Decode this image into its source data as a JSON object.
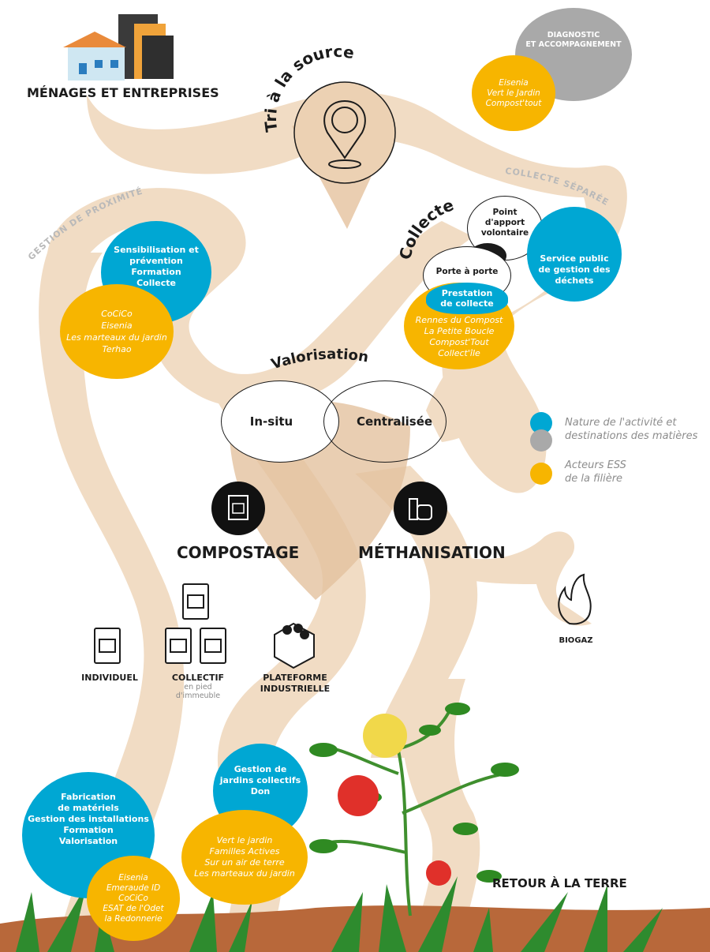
{
  "colors": {
    "path": "#f1dcc4",
    "path_dark": "#e3c29f",
    "blue": "#00a7d3",
    "yellow": "#f7b500",
    "grey": "#a9a9a9",
    "soil": "#b8683a",
    "grass": "#2e8b2e"
  },
  "top": {
    "menages": "MÉNAGES ET ENTREPRISES",
    "tri": "Tri à la source",
    "diagnostic": [
      "DIAGNOSTIC",
      "ET ACCOMPAGNEMENT"
    ],
    "diagnostic_actors": [
      "Eisenia",
      "Vert le Jardin",
      "Compost'tout"
    ]
  },
  "paths": {
    "gestion": "GESTION DE PROXIMITÉ",
    "collecte_sep": "COLLECTE SÉPARÉE"
  },
  "proximite": {
    "activities": [
      "Sensibilisation et",
      "prévention",
      "Formation",
      "Collecte"
    ],
    "actors": [
      "CoCiCo",
      "Eisenia",
      "Les marteaux du jardin",
      "Terhao"
    ]
  },
  "collecte": {
    "title": "Collecte",
    "pav": [
      "Point",
      "d'apport",
      "volontaire"
    ],
    "pap": "Porte à porte",
    "service": [
      "Service public",
      "de gestion des",
      "déchets"
    ],
    "prestation": [
      "Prestation",
      "de collecte"
    ],
    "actors": [
      "Rennes du Compost",
      "La Petite Boucle",
      "Compost'Tout",
      "Collect'île"
    ]
  },
  "valorisation": {
    "title": "Valorisation",
    "insitu": "In-situ",
    "centralisee": "Centralisée",
    "compostage": "COMPOSTAGE",
    "methanisation": "MÉTHANISATION",
    "biogaz": "BIOGAZ"
  },
  "compost_types": {
    "individuel": "INDIVIDUEL",
    "collectif": "COLLECTIF",
    "collectif_sub": [
      "en pied",
      "d'immeuble"
    ],
    "plateforme": [
      "PLATEFORME",
      "INDUSTRIELLE"
    ]
  },
  "legend": {
    "nature": [
      "Nature de l'activité et",
      "destinations des matières"
    ],
    "acteurs": [
      "Acteurs ESS",
      "de la filière"
    ]
  },
  "bottom": {
    "jardins": [
      "Gestion de",
      "jardins collectifs",
      "Don"
    ],
    "jardins_actors": [
      "Vert le jardin",
      "Familles Actives",
      "Sur un air de terre",
      "Les marteaux du jardin"
    ],
    "fabrication": [
      "Fabrication",
      "de matériels",
      "Gestion des installations",
      "Formation",
      "Valorisation"
    ],
    "fabrication_actors": [
      "Eisenia",
      "Emeraude ID",
      "CoCiCo",
      "ESAT de l'Odet",
      "la Redonnerie"
    ],
    "retour": "RETOUR À LA TERRE"
  }
}
